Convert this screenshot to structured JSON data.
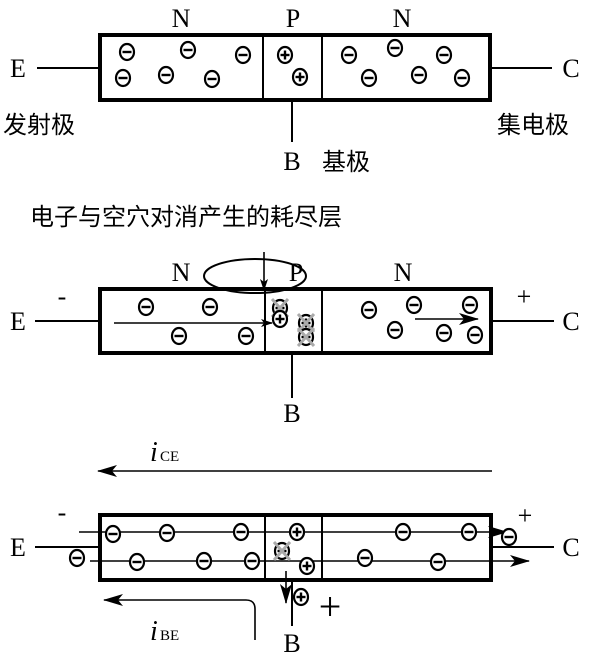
{
  "diagram1": {
    "region_labels": [
      "N",
      "P",
      "N"
    ],
    "emitter": "E",
    "collector": "C",
    "base": "B",
    "emitter_name": "发射极",
    "collector_name": "集电极",
    "base_name": "基极"
  },
  "caption": "电子与空穴对消产生的耗尽层",
  "diagram2": {
    "region_labels": [
      "N",
      "P",
      "N"
    ],
    "emitter": "E",
    "collector": "C",
    "base": "B",
    "emitter_polarity": "-",
    "collector_polarity": "+"
  },
  "diagram3": {
    "current_ce": {
      "symbol": "i",
      "subscript": "CE"
    },
    "current_be": {
      "symbol": "i",
      "subscript": "BE"
    },
    "emitter": "E",
    "collector": "C",
    "base": "B",
    "emitter_polarity": "-",
    "collector_polarity": "+",
    "base_polarity": "+"
  },
  "colors": {
    "line": "#000000",
    "recombined": "#aaaaaa"
  }
}
